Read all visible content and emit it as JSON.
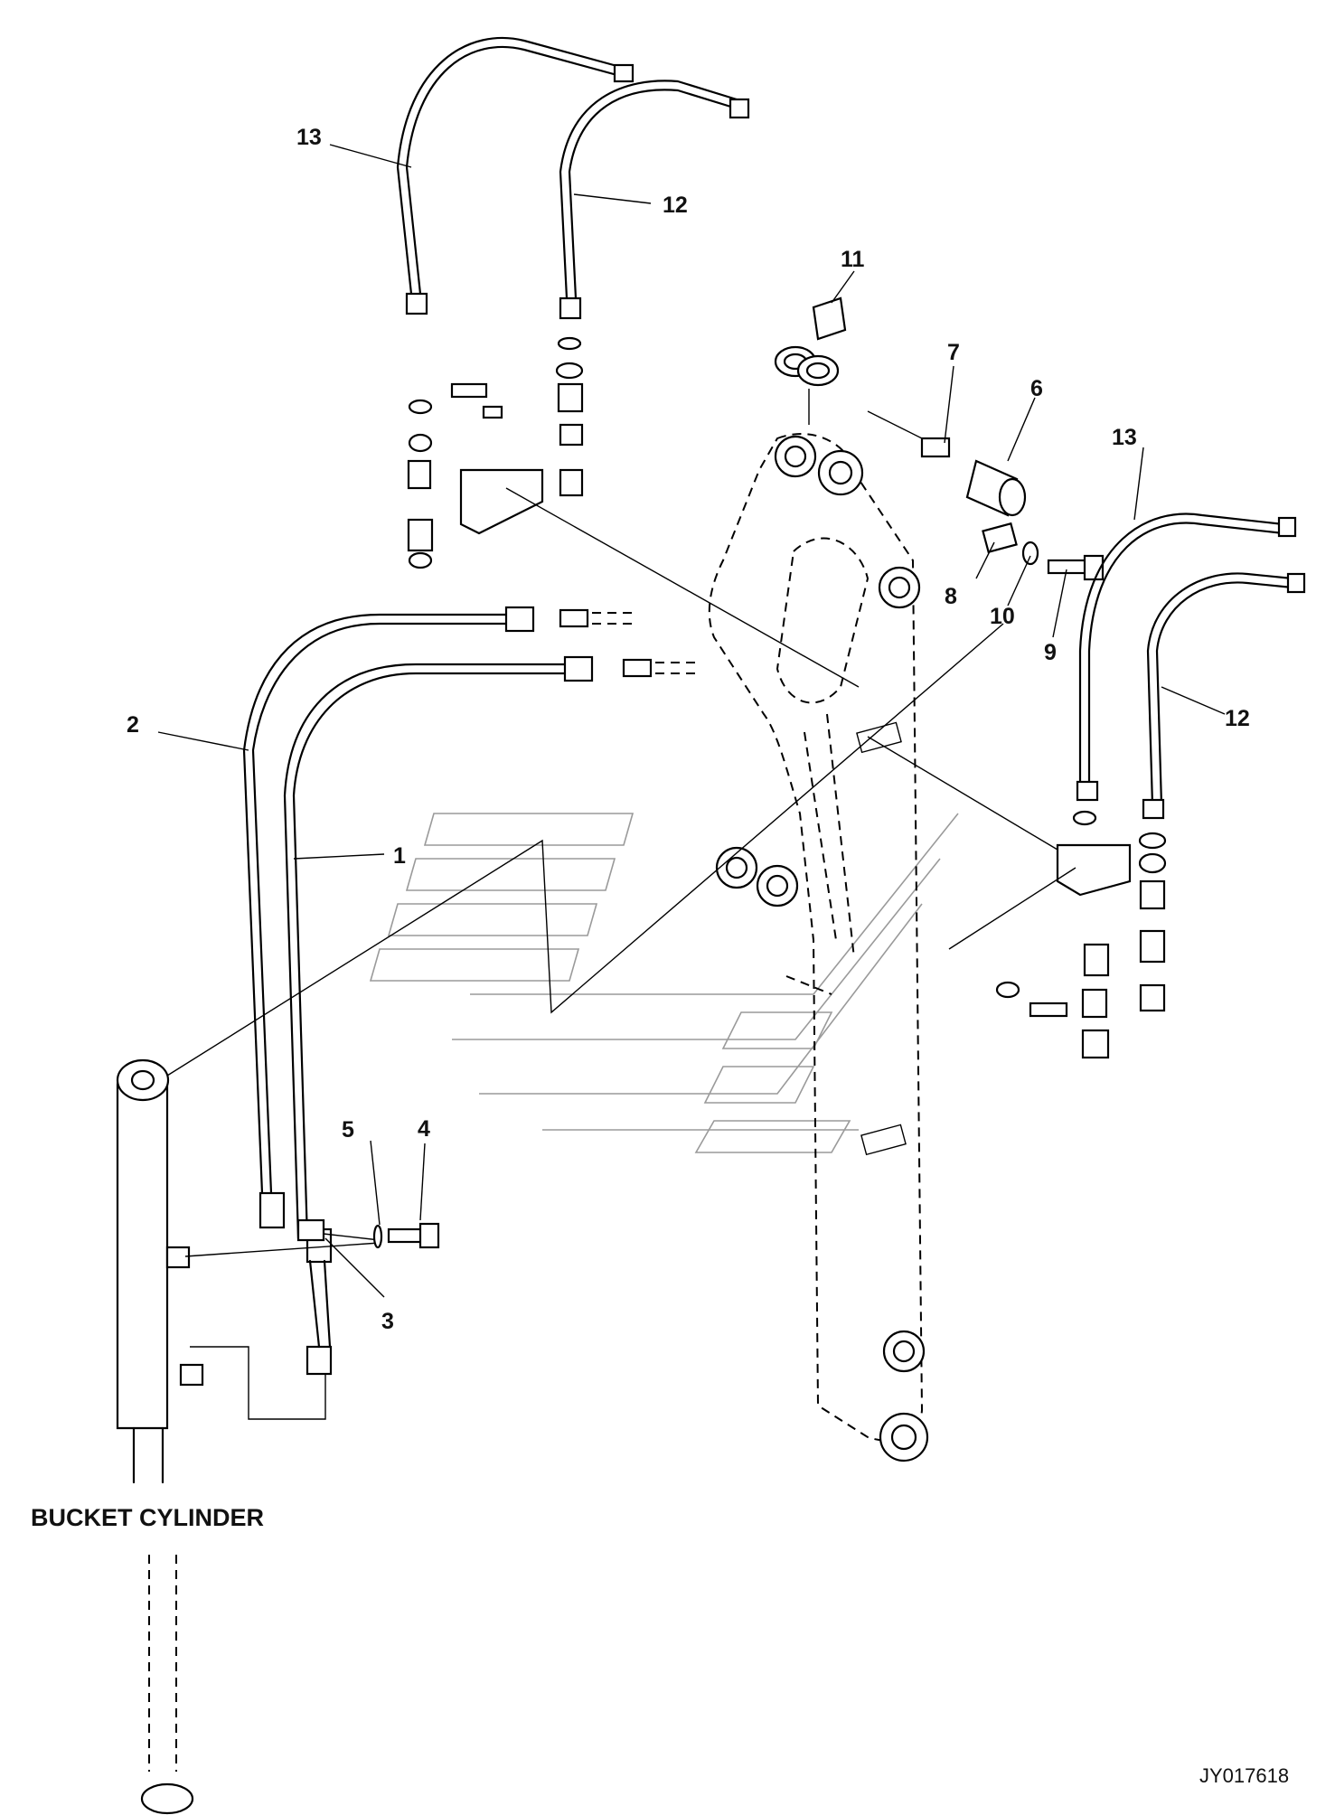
{
  "diagram": {
    "caption": "BUCKET CYLINDER",
    "figure_id": "JY017618",
    "callouts": [
      {
        "id": "c13a",
        "text": "13"
      },
      {
        "id": "c12a",
        "text": "12"
      },
      {
        "id": "c11",
        "text": "11"
      },
      {
        "id": "c7",
        "text": "7"
      },
      {
        "id": "c6",
        "text": "6"
      },
      {
        "id": "c13b",
        "text": "13"
      },
      {
        "id": "c8",
        "text": "8"
      },
      {
        "id": "c10",
        "text": "10"
      },
      {
        "id": "c9",
        "text": "9"
      },
      {
        "id": "c2",
        "text": "2"
      },
      {
        "id": "c12b",
        "text": "12"
      },
      {
        "id": "c1",
        "text": "1"
      },
      {
        "id": "c5",
        "text": "5"
      },
      {
        "id": "c4",
        "text": "4"
      },
      {
        "id": "c3",
        "text": "3"
      }
    ]
  }
}
